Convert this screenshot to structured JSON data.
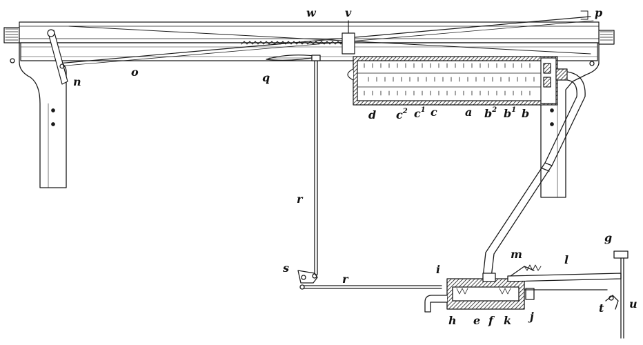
{
  "colors": {
    "ink": "#1a1a1a",
    "paper": "#ffffff"
  },
  "labels": {
    "p": "p",
    "w": "w",
    "v": "v",
    "n": "n",
    "o": "o",
    "q": "q",
    "d": "d",
    "c2": "c",
    "c2_sup": "2",
    "c1": "c",
    "c1_sup": "1",
    "c": "c",
    "a": "a",
    "b2": "b",
    "b2_sup": "2",
    "b1": "b",
    "b1_sup": "1",
    "b": "b",
    "r_upper": "r",
    "r_lower": "r",
    "s": "s",
    "i": "i",
    "m": "m",
    "l": "l",
    "g": "g",
    "h": "h",
    "e": "e",
    "f": "f",
    "k": "k",
    "j": "j",
    "t": "t",
    "u": "u"
  }
}
